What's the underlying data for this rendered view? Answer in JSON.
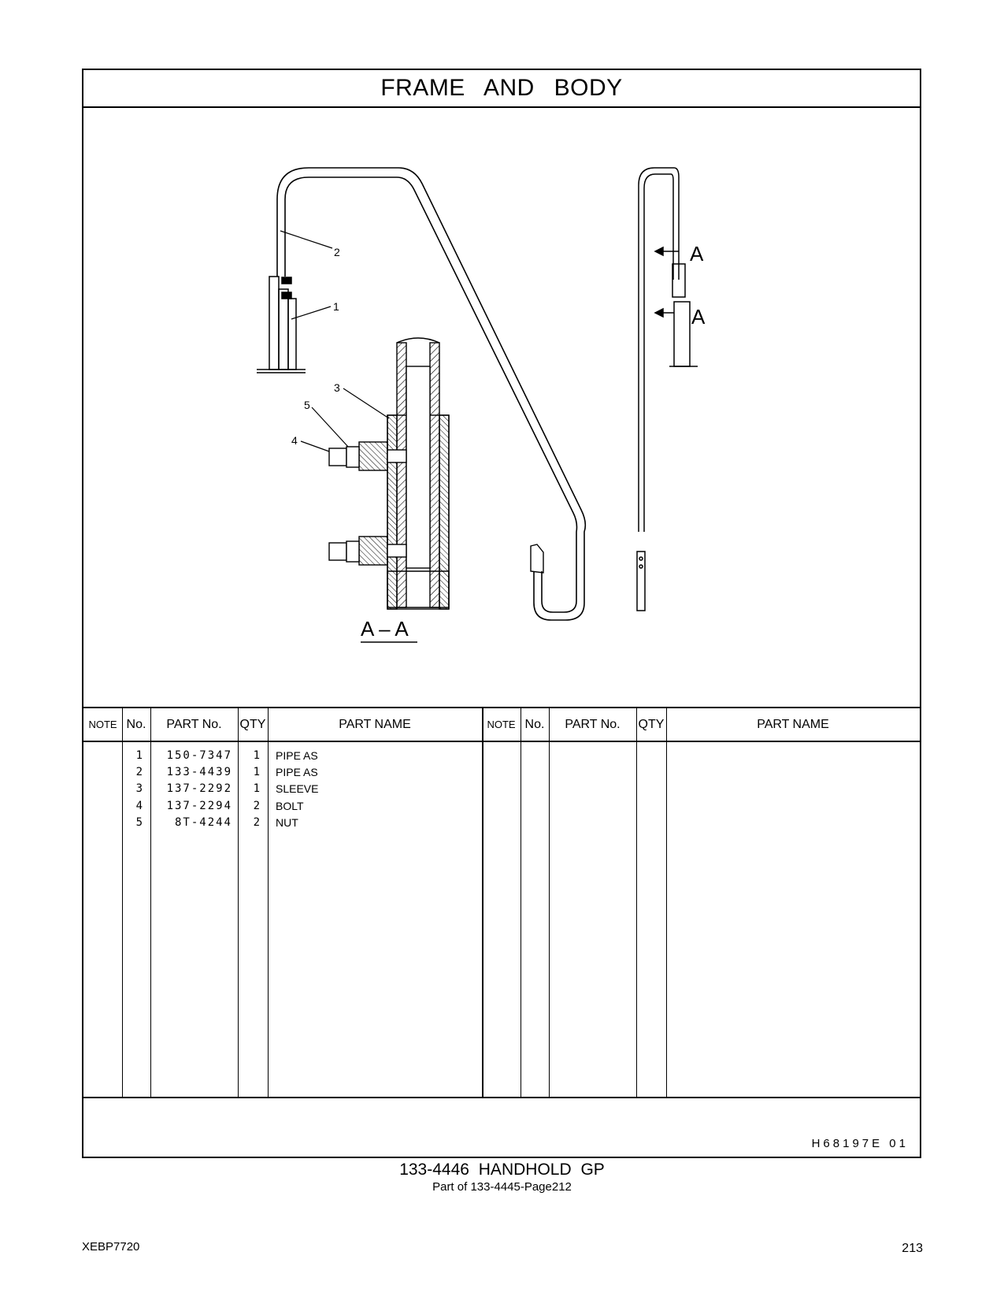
{
  "header": {
    "title": "FRAME   AND   BODY"
  },
  "drawing": {
    "callouts": [
      "1",
      "2",
      "3",
      "4",
      "5"
    ],
    "view_marks": [
      "A",
      "A"
    ],
    "section_label": "A – A"
  },
  "table": {
    "headers": {
      "note": "NOTE",
      "no": "No.",
      "part_no": "PART No.",
      "qty": "QTY",
      "part_name": "PART NAME"
    },
    "rows": [
      {
        "no": "1",
        "part_no": "150-7347",
        "qty": "1",
        "part_name": "PIPE  AS"
      },
      {
        "no": "2",
        "part_no": "133-4439",
        "qty": "1",
        "part_name": "PIPE  AS"
      },
      {
        "no": "3",
        "part_no": "137-2292",
        "qty": "1",
        "part_name": "SLEEVE"
      },
      {
        "no": "4",
        "part_no": "137-2294",
        "qty": "2",
        "part_name": "BOLT"
      },
      {
        "no": "5",
        "part_no": "8T-4244",
        "qty": "2",
        "part_name": "NUT"
      }
    ]
  },
  "illustration_ref": "H68197E   01",
  "caption": {
    "title": "133-4446   HANDHOLD  GP",
    "subtitle": "Part of 133-4445-Page212"
  },
  "footer": {
    "doc_id": "XEBP7720",
    "page_number": "213"
  }
}
